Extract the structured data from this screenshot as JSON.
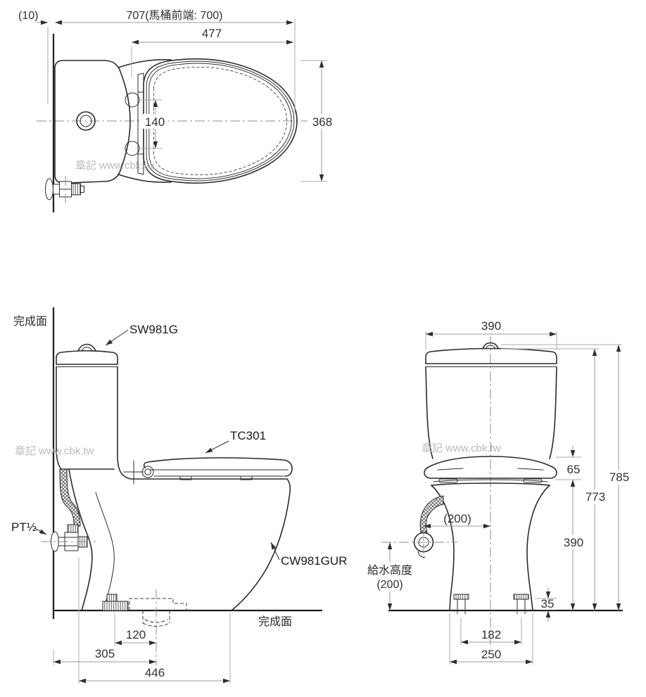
{
  "watermark": "章記 www.cbk.tw",
  "top_view": {
    "dim_wall_gap": "(10)",
    "dim_overall": "707(馬桶前端: 700)",
    "dim_seat": "477",
    "dim_holes": "140",
    "dim_width": "368"
  },
  "side_view": {
    "finished_wall": "完成面",
    "finished_floor": "完成面",
    "tank_model": "SW981G",
    "seat_model": "TC301",
    "bowl_model": "CW981GUR",
    "supply_thread": "PT½",
    "dim_bolt_trap": "120",
    "dim_rough_in": "305",
    "dim_depth": "446"
  },
  "front_view": {
    "dim_tank_width": "390",
    "dim_seat_thickness": "65",
    "dim_height_total": "785",
    "dim_height_tank": "773",
    "dim_supply_offset": "(200)",
    "supply_height_label": "給水高度",
    "supply_height_value": "(200)",
    "dim_bowl_height": "390",
    "dim_bolt_cap": "35",
    "dim_bolt_spacing": "182",
    "dim_foot_width": "250"
  }
}
